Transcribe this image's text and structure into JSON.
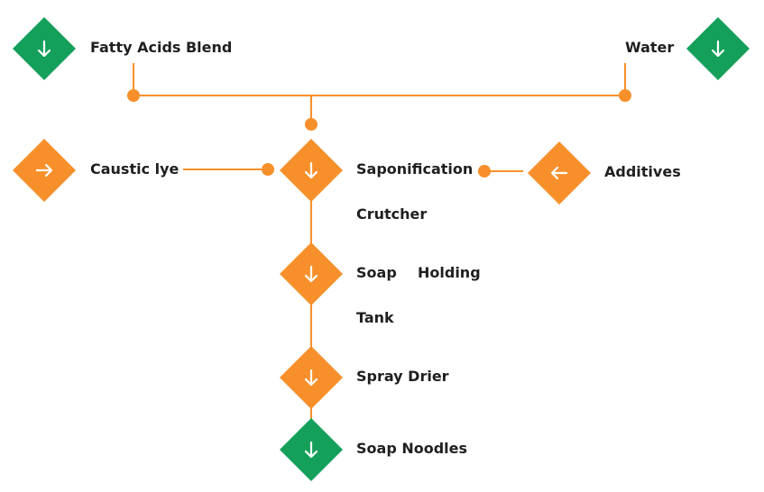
{
  "colors": {
    "orange": "#f7902b",
    "green": "#14a05a",
    "arrow": "#ffffff",
    "text": "#1f1f1f"
  },
  "nodes": {
    "fatty_acids": {
      "label": "Fatty Acids Blend",
      "color": "green",
      "icon": "arrow-down-icon"
    },
    "water": {
      "label": "Water",
      "color": "green",
      "icon": "arrow-down-icon"
    },
    "caustic_lye": {
      "label": "Caustic lye",
      "color": "orange",
      "icon": "arrow-right-icon"
    },
    "saponification": {
      "label_line1": "Saponification",
      "label_line2": "Crutcher",
      "color": "orange",
      "icon": "arrow-down-icon"
    },
    "additives": {
      "label": "Additives",
      "color": "orange",
      "icon": "arrow-left-icon"
    },
    "soap_holding": {
      "label_word1": "Soap",
      "label_word2": "Holding",
      "label_line2": "Tank",
      "color": "orange",
      "icon": "arrow-down-icon"
    },
    "spray_drier": {
      "label": "Spray Drier",
      "color": "orange",
      "icon": "arrow-down-icon"
    },
    "soap_noodles": {
      "label": "Soap Noodles",
      "color": "green",
      "icon": "arrow-down-icon"
    }
  }
}
